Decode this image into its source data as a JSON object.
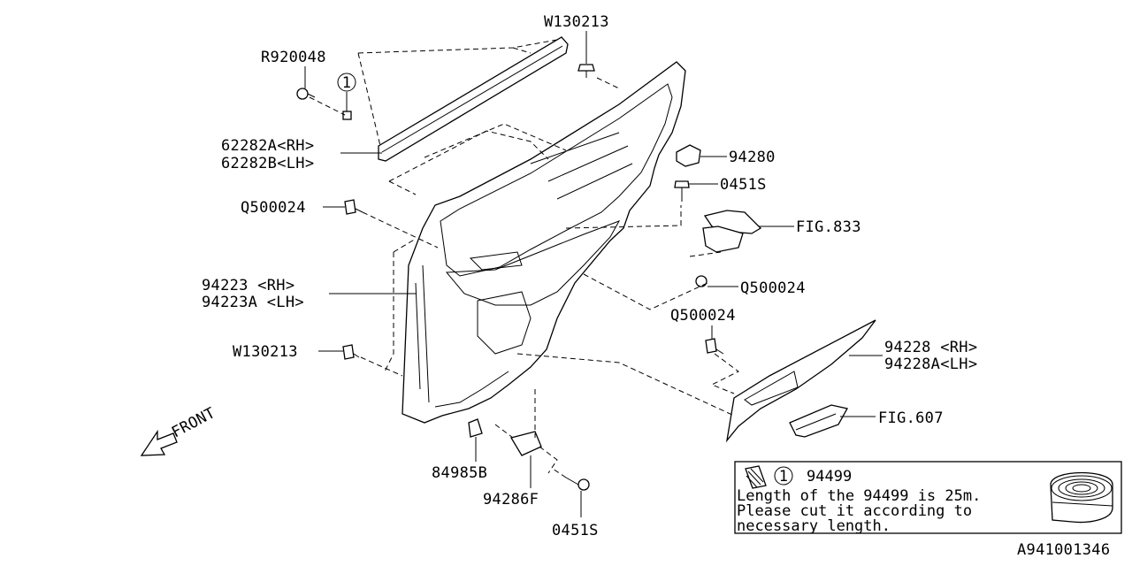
{
  "labels": {
    "w130213_top": "W130213",
    "r920048": "R920048",
    "callout_1": "1",
    "p62282a": "62282A<RH>",
    "p62282b": "62282B<LH>",
    "q500024_left": "Q500024",
    "p94223": "94223  <RH>",
    "p94223a": "94223A <LH>",
    "w130213_left": "W130213",
    "front": "FRONT",
    "p94280": "94280",
    "p0451s_top": "0451S",
    "fig833": "FIG.833",
    "q500024_mid": "Q500024",
    "q500024_low": "Q500024",
    "p94228": "94228  <RH>",
    "p94228a": "94228A<LH>",
    "fig607": "FIG.607",
    "p84985b": "84985B",
    "p94286f": "94286F",
    "p0451s_bottom": "0451S"
  },
  "note": {
    "callout": "1",
    "part": "94499",
    "line1": "Length of the 94499 is 25m.",
    "line2": "Please cut it according to",
    "line3": "necessary length."
  },
  "diagram_id": "A941001346"
}
